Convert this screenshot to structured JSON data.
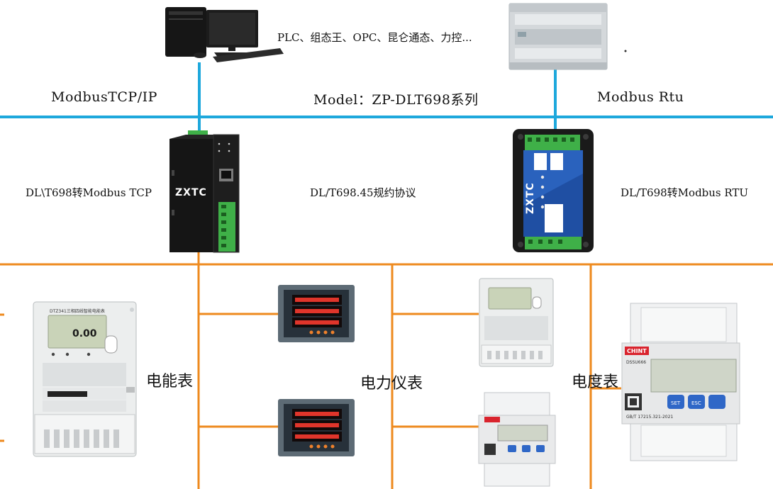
{
  "top": {
    "software_note": "PLC、组态王、OPC、昆仑通态、力控..."
  },
  "bus": {
    "left_label": "ModbusTCP/IP",
    "model_label": "Model：ZP-DLT698系列",
    "right_label": "Modbus Rtu"
  },
  "gateways": {
    "left_label": "DL\\T698转Modbus TCP",
    "protocol_label": "DL/T698.45规约协议",
    "right_label": "DL/T698转Modbus RTU",
    "brand": "ZXTC"
  },
  "devices": {
    "cat_energy_meter": "电能表",
    "cat_power_meter": "电力仪表",
    "cat_din_meter": "电度表",
    "meter_reading": "0.00",
    "meter_title": "DTZ341三相四线智能电能表",
    "chint_brand": "CHINT",
    "chint_model": "DSSU666",
    "chint_btn_set": "SET",
    "chint_btn_esc": "ESC",
    "chint_standard": "GB/T 17215.321-2021"
  },
  "colors": {
    "modbus_bus": "#1ea8dc",
    "field_bus": "#ee8a1e",
    "gateway_body": "#1a1a1a",
    "rtu_blue": "#1f4fa3",
    "terminal_green": "#3fb048",
    "meter_display": "#c9d3b8",
    "panel_digits": "#e0352b",
    "chint_red": "#d9232d"
  }
}
